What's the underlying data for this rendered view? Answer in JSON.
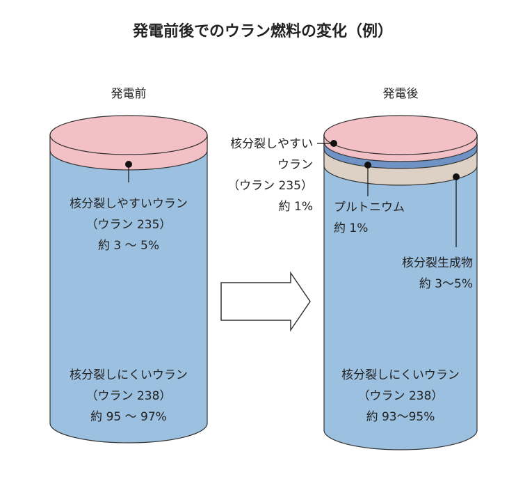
{
  "title": "発電前後でのウラン燃料の変化（例）",
  "colors": {
    "pink": "#f3c0c6",
    "blue": "#9cc0df",
    "dark_blue": "#6f93c4",
    "beige": "#dcd1c4",
    "stroke": "#333333"
  },
  "before": {
    "header": "発電前",
    "fissile": [
      "核分裂しやすいウラン",
      "（ウラン 235）",
      "約 3 ～ 5%"
    ],
    "nonfissile": [
      "核分裂しにくいウラン",
      "（ウラン 238）",
      "約 95 ～ 97%"
    ]
  },
  "after": {
    "header": "発電後",
    "fissile": [
      "核分裂しやすい",
      "ウラン",
      "（ウラン 235）",
      "約 1%"
    ],
    "plutonium": [
      "プルトニウム",
      "約 1%"
    ],
    "products": [
      "核分裂生成物",
      "約 3～5%"
    ],
    "nonfissile": [
      "核分裂しにくいウラン",
      "（ウラン 238）",
      "約 93～95%"
    ]
  }
}
